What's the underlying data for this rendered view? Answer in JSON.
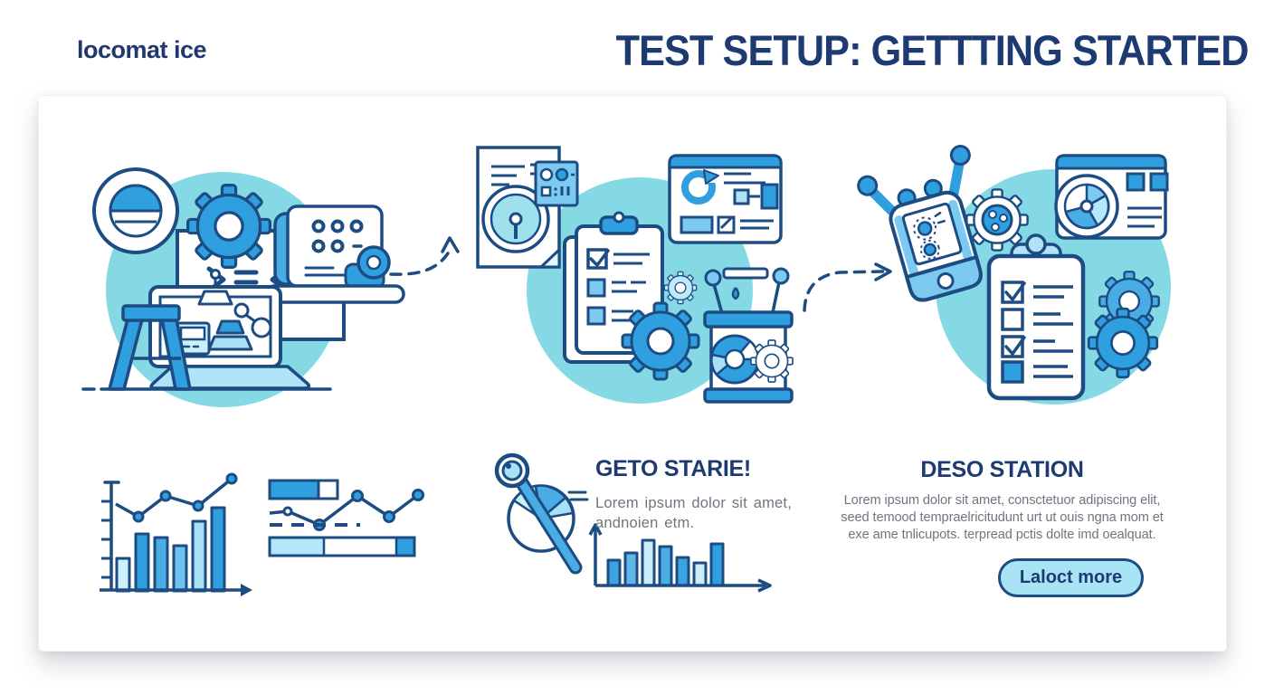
{
  "brand": {
    "logo_text": "locomat ice"
  },
  "header": {
    "title": "TEST SETUP: GETTTING STARTED"
  },
  "steps": {
    "middle": {
      "heading": "GETO STARIE!",
      "body_lines": [
        "Lorem ipsum dolor sit amet,",
        "andnoien etm."
      ]
    },
    "right": {
      "heading": "DESO STATION",
      "body_lines": [
        "Lorem ipsum dolor sit amet, consctetuor adipiscing elit,",
        "seed temood tempraelricitudunt urt ut ouis ngna mom et",
        "exe ame tnlicupots. terpread pctis dolte imd oealquat."
      ],
      "button_label": "Laloct more"
    }
  },
  "colors": {
    "brand_navy": "#21386f",
    "heading_navy": "#1e3a72",
    "outline_navy": "#1c4c82",
    "blue": "#2f9fdf",
    "blue_mid": "#49ace4",
    "blue_soft": "#7ccaf1",
    "blue_light": "#a8e0f7",
    "blue_pale": "#cdeffc",
    "teal_circle": "#85d9e5",
    "body_text_gray": "#6e7580",
    "button_fill": "#a9e4f4"
  },
  "chart_data": [
    {
      "type": "bar",
      "name": "trend-bar-chart",
      "title": "",
      "categories": [],
      "values": [
        36,
        63,
        59,
        50,
        77,
        92
      ],
      "colors": [
        "#cdeffc",
        "#2f9fdf",
        "#49ace4",
        "#6fc1ee",
        "#a8e0f7",
        "#2f9fdf"
      ],
      "line_overlay_values": [
        96,
        82,
        105,
        94,
        124
      ],
      "note": "decorative bar chart with line overlay, no axis labels shown"
    },
    {
      "type": "bar",
      "name": "mini-bar-chart",
      "title": "",
      "categories": [],
      "values": [
        28,
        36,
        50,
        43,
        31,
        25,
        46
      ],
      "colors": [
        "#3aa3e0",
        "#5fb6e9",
        "#c9ecfb",
        "#4aade4",
        "#3aa3e0",
        "#c9ecfb",
        "#2f9fdf"
      ],
      "note": "decorative mini bar chart, no axis labels shown"
    },
    {
      "type": "line",
      "name": "kpi-line-chart",
      "values": [
        46,
        48,
        33,
        65,
        42,
        66
      ],
      "dot_styles": [
        "none",
        "small",
        "big",
        "big",
        "big",
        "big"
      ],
      "note": "decorative line with dots and dashed reference line"
    },
    {
      "type": "bar",
      "orientation": "horizontal",
      "name": "progress-top",
      "values": [
        72
      ],
      "max": 100
    },
    {
      "type": "bar",
      "orientation": "horizontal",
      "name": "progress-bottom-segments",
      "values": [
        38,
        50,
        12
      ],
      "segment_colors": [
        "#b5e8fa",
        "#ffffff",
        "#2f9fdf"
      ],
      "max": 100
    }
  ]
}
